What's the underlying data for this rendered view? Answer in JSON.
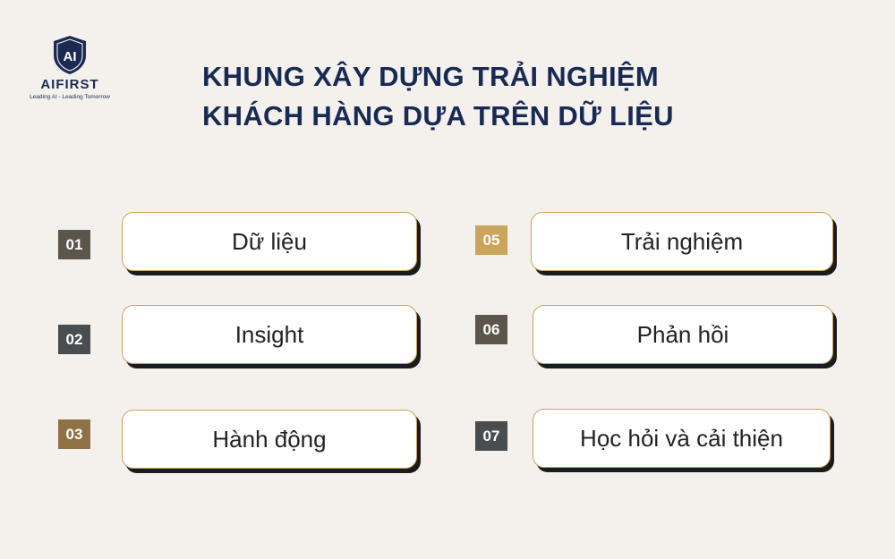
{
  "brand": {
    "mark": "AI",
    "name": "AIFIRST",
    "tagline": "Leading AI - Leading Tomorrow"
  },
  "title": {
    "line1": "KHUNG XÂY DỰNG TRẢI NGHIỆM",
    "line2": "KHÁCH HÀNG DỰA TRÊN DỮ LIỆU"
  },
  "steps": [
    {
      "number": "01",
      "label": "Dữ liệu",
      "badge_color": "#5b554c"
    },
    {
      "number": "02",
      "label": "Insight",
      "badge_color": "#4a4d4e"
    },
    {
      "number": "03",
      "label": "Hành động",
      "badge_color": "#8e7246"
    },
    {
      "number": "05",
      "label": "Trải nghiệm",
      "badge_color": "#c9a45a"
    },
    {
      "number": "06",
      "label": "Phản hồi",
      "badge_color": "#5b554c"
    },
    {
      "number": "07",
      "label": "Học hỏi và cải thiện",
      "badge_color": "#4a4d4e"
    }
  ],
  "colors": {
    "background": "#f4f1ec",
    "title": "#172a55",
    "card_border": "#c9a45a",
    "card_shadow": "#1b1b1b"
  }
}
